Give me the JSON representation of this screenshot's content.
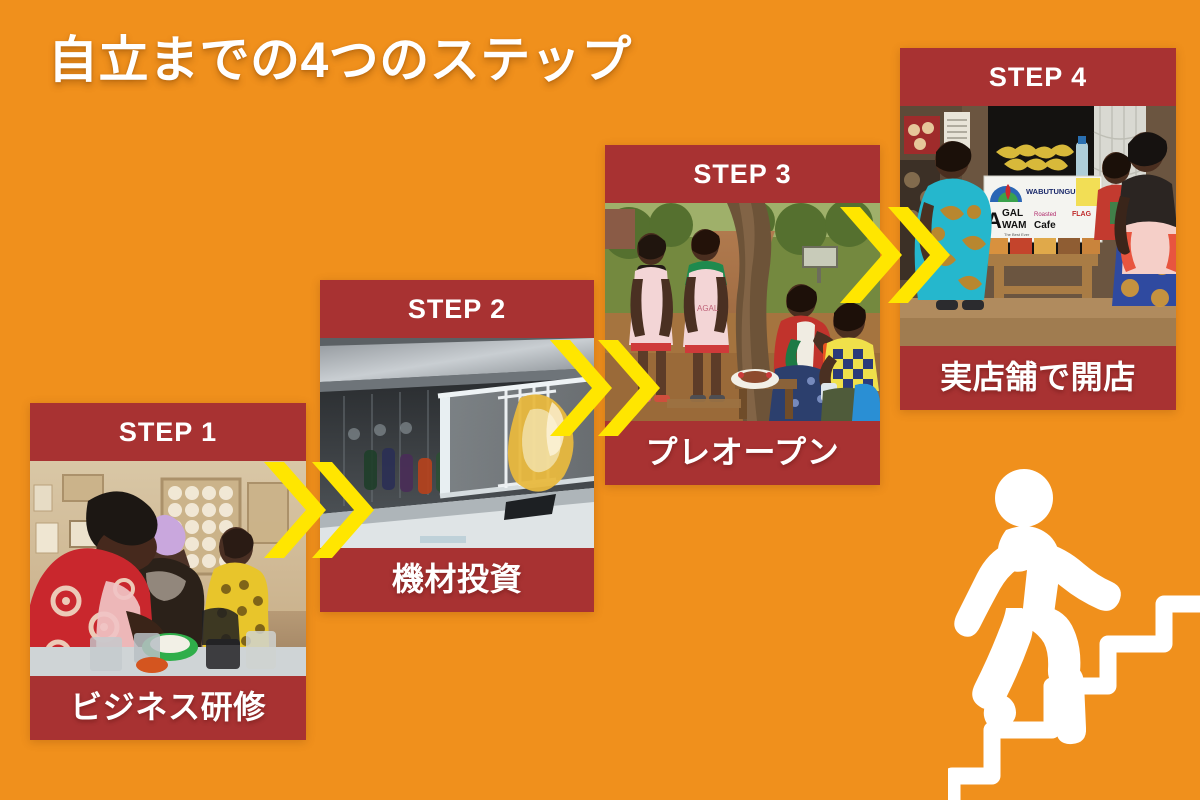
{
  "page": {
    "title": "自立までの4つのステップ",
    "background_color": "#f0901c",
    "band_color": "#a83232",
    "arrow_color": "#ffe600",
    "text_color": "#ffffff"
  },
  "steps": [
    {
      "step_label": "STEP 1",
      "caption": "ビジネス研修",
      "photo_alt": "ビジネス研修を受ける女性たち（調理実習）"
    },
    {
      "step_label": "STEP 2",
      "caption": "機材投資",
      "photo_alt": "購入した冷凍ショーケース（機材）"
    },
    {
      "step_label": "STEP 3",
      "caption": "プレオープン",
      "photo_alt": "エプロン姿でプレオープンの屋外販売"
    },
    {
      "step_label": "STEP 4",
      "caption": "実店舗で開店",
      "photo_alt": "AGAL WAM Cafe の実店舗前に立つ女性たち"
    }
  ],
  "arrows": [
    {
      "name": "arrow-step1-to-step2"
    },
    {
      "name": "arrow-step2-to-step3"
    },
    {
      "name": "arrow-step3-to-step4"
    }
  ],
  "decoration": {
    "stair_climber_alt": "階段を登る人のピクトグラム"
  }
}
